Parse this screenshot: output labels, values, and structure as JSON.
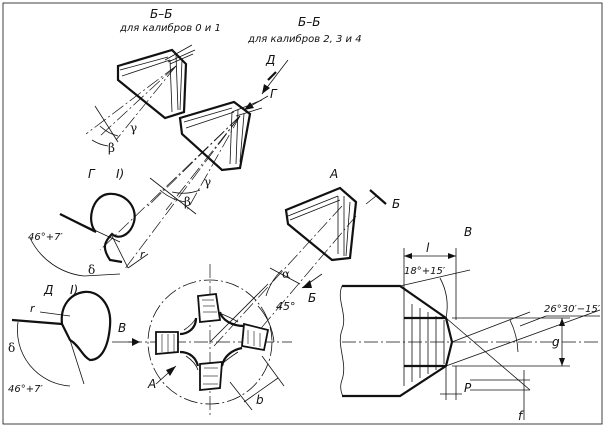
{
  "labels": {
    "section_b_small": "Б–Б",
    "section_b_small_note": "для калибров 0 и 1",
    "section_b_large": "Б–Б",
    "section_b_large_note": "для калибров 2, 3 и 4",
    "view_d_arrow": "Д",
    "view_g_arrow": "Г",
    "view_g_title": "Г",
    "view_g_scale": "I)",
    "view_d_title": "Д",
    "view_d_scale": "I)",
    "view_a_top": "А",
    "view_a_bottom": "А",
    "section_b_right": "Б",
    "section_b_lower": "Б",
    "view_v_title": "В",
    "view_v_arrow": "В",
    "beta_1": "β",
    "gamma_1": "γ",
    "beta_2": "β",
    "gamma_2": "γ",
    "delta_1": "δ",
    "delta_2": "δ",
    "r_1": "r",
    "r_2": "r",
    "alpha": "α",
    "b_dim": "b",
    "l_dim": "l",
    "g_dim": "g",
    "p_dim": "P",
    "f_dim": "f",
    "angle_46_top": "46°+7′",
    "angle_46_bottom": "46°+7′",
    "angle_45": "45°",
    "angle_18": "18°+15′",
    "angle_26": "26°30′−15′"
  }
}
